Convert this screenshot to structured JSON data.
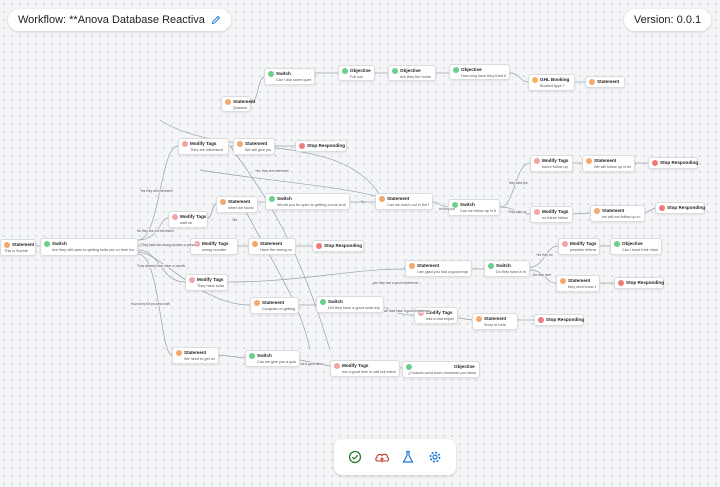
{
  "header": {
    "workflow_title": "Workflow: **Anova Database Reactivation Spanish",
    "version": "Version: 0.0.1"
  },
  "nodes": [
    {
      "id": "n1",
      "type": "statement",
      "title": "Statement",
      "subtitle": "Questions"
    },
    {
      "id": "n2",
      "type": "switch",
      "title": "Switch",
      "subtitle": "Can I ask some questions"
    },
    {
      "id": "n3",
      "type": "objective",
      "title": "Objective",
      "subtitle": "Full son"
    },
    {
      "id": "n4",
      "type": "objective",
      "title": "Objective",
      "subtitle": "Are they the home owner"
    },
    {
      "id": "n5",
      "type": "objective",
      "title": "Objective",
      "subtitle": "How long have they lived there"
    },
    {
      "id": "n6",
      "type": "ghl",
      "title": "GHL Booking",
      "subtitle": "Booked Appt ?"
    },
    {
      "id": "n7",
      "type": "statement",
      "title": "Statement",
      "subtitle": ""
    },
    {
      "id": "n8",
      "type": "tags",
      "title": "Modify Tags",
      "subtitle": "They are interested"
    },
    {
      "id": "n9",
      "type": "statement",
      "title": "Statement",
      "subtitle": "We will give you a call soon"
    },
    {
      "id": "n10",
      "type": "stop",
      "title": "Stop Responding",
      "subtitle": ""
    },
    {
      "id": "n11",
      "type": "tags",
      "title": "Modify Tags",
      "subtitle": "future follow up"
    },
    {
      "id": "n12",
      "type": "statement",
      "title": "Statement",
      "subtitle": "We will follow up in the future"
    },
    {
      "id": "n13",
      "type": "stop",
      "title": "Stop Responding",
      "subtitle": ""
    },
    {
      "id": "n14",
      "type": "statement",
      "title": "Statement",
      "subtitle": "when we found"
    },
    {
      "id": "n15",
      "type": "switch",
      "title": "Switch",
      "subtitle": "Would you be open to getting a look at the new program"
    },
    {
      "id": "n16",
      "type": "statement",
      "title": "Statement",
      "subtitle": "Can we reach out in the future?"
    },
    {
      "id": "n17",
      "type": "switch",
      "title": "Switch",
      "subtitle": "Can we follow up in the future"
    },
    {
      "id": "n18",
      "type": "tags",
      "title": "Modify Tags",
      "subtitle": "no future follow up"
    },
    {
      "id": "n19",
      "type": "statement",
      "title": "Statement",
      "subtitle": "we will not follow up in the future"
    },
    {
      "id": "n20",
      "type": "stop",
      "title": "Stop Responding",
      "subtitle": ""
    },
    {
      "id": "n21",
      "type": "tags",
      "title": "Modify Tags",
      "subtitle": "wait no"
    },
    {
      "id": "n22",
      "type": "statement",
      "title": "Statement",
      "subtitle": "This is Sophie"
    },
    {
      "id": "n23",
      "type": "switch",
      "title": "Switch",
      "subtitle": "Are they still open to getting solar put on their home"
    },
    {
      "id": "n24",
      "type": "tags",
      "title": "Modify Tags",
      "subtitle": "wrong number"
    },
    {
      "id": "n25",
      "type": "statement",
      "title": "Statement",
      "subtitle": "Have the wrong number"
    },
    {
      "id": "n26",
      "type": "stop",
      "title": "Stop Responding",
      "subtitle": ""
    },
    {
      "id": "n27",
      "type": "tags",
      "title": "Modify Tags",
      "subtitle": "possible referrals"
    },
    {
      "id": "n28",
      "type": "objective",
      "title": "Objective",
      "subtitle": "Can I have their information"
    },
    {
      "id": "n29",
      "type": "statement",
      "title": "Statement",
      "subtitle": "I am glad you had a good experience"
    },
    {
      "id": "n30",
      "type": "switch",
      "title": "Switch",
      "subtitle": "Do they have a referral"
    },
    {
      "id": "n31",
      "type": "statement",
      "title": "Statement",
      "subtitle": "they dont know anyone"
    },
    {
      "id": "n32",
      "type": "stop",
      "title": "Stop Responding",
      "subtitle": ""
    },
    {
      "id": "n33",
      "type": "tags",
      "title": "Modify Tags",
      "subtitle": "They have solar"
    },
    {
      "id": "n34",
      "type": "statement",
      "title": "Statement",
      "subtitle": "Congrats on getting solar"
    },
    {
      "id": "n35",
      "type": "switch",
      "title": "Switch",
      "subtitle": "Did they have a good solar experience"
    },
    {
      "id": "n36",
      "type": "tags",
      "title": "Modify Tags",
      "subtitle": "had a bad experience"
    },
    {
      "id": "n37",
      "type": "statement",
      "title": "Statement",
      "subtitle": "Sorry to hear"
    },
    {
      "id": "n38",
      "type": "stop",
      "title": "Stop Responding",
      "subtitle": ""
    },
    {
      "id": "n39",
      "type": "statement",
      "title": "Statement",
      "subtitle": "We need to get on a call"
    },
    {
      "id": "n40",
      "type": "switch",
      "title": "Switch",
      "subtitle": "Can we give you a quick call"
    },
    {
      "id": "n41",
      "type": "tags",
      "title": "Modify Tags",
      "subtitle": "not a good time to call but interested"
    },
    {
      "id": "n42",
      "type": "objective",
      "title": "Objective",
      "subtitle": "¿Cuándo sería buen momento por llamarte?"
    }
  ],
  "edge_labels": [
    "Yes they are interested",
    "Yes, they are interested",
    "No they are not interested",
    "They have the wrong number or person",
    "They already have solar or panels",
    "How does the process work",
    "they said yes",
    "They said no",
    "yes they had a good experience",
    "Yes they do",
    "No they dont",
    "we dont have a good experience",
    "not a good time",
    "Yes",
    "No",
    "no they not"
  ],
  "toolbar": {
    "items": [
      {
        "name": "check-circle-icon",
        "color": "#2e7d32"
      },
      {
        "name": "cloud-upload-icon",
        "color": "#c0392b"
      },
      {
        "name": "flask-icon",
        "color": "#1976d2"
      },
      {
        "name": "gear-icon",
        "color": "#1976d2"
      }
    ]
  }
}
